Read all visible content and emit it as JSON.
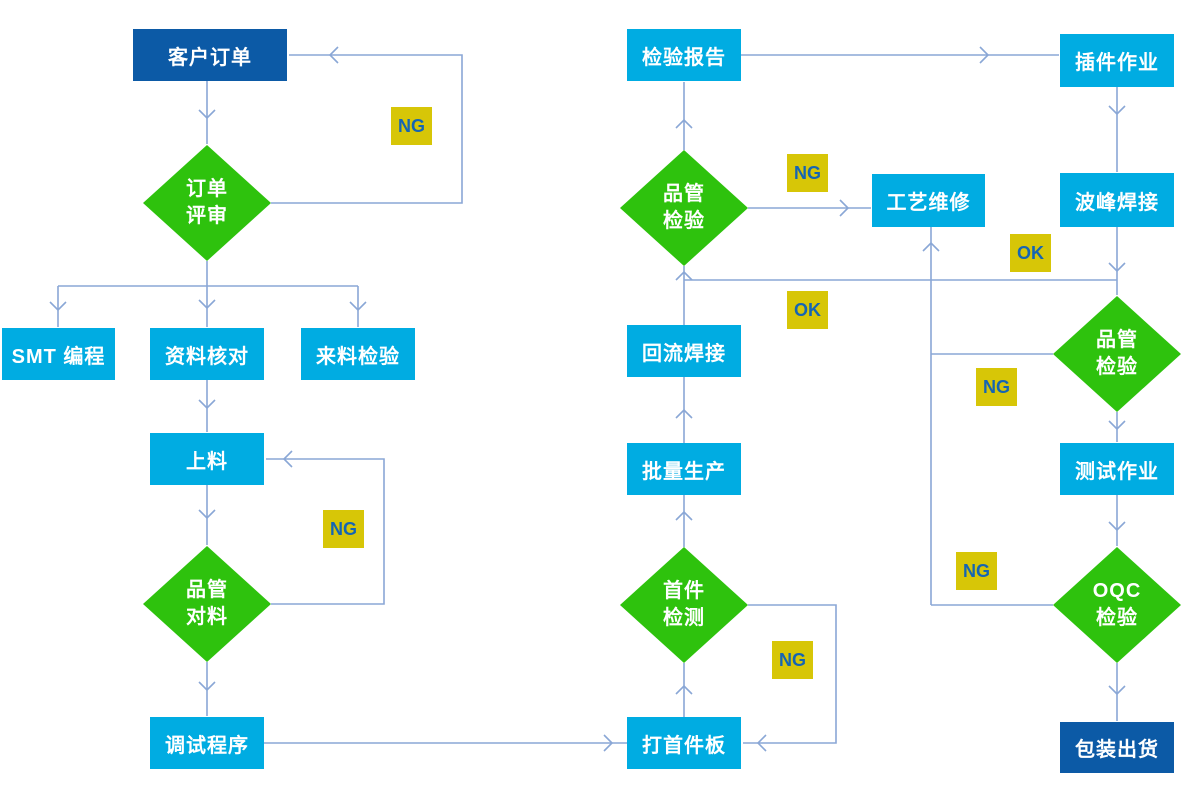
{
  "nodes": {
    "customer_order": {
      "label": "客户订单",
      "shape": "rect",
      "role": "start"
    },
    "order_review": {
      "label_line1": "订单",
      "label_line2": "评审",
      "shape": "diamond"
    },
    "smt_programming": {
      "label": "SMT 编程",
      "shape": "rect"
    },
    "data_check": {
      "label": "资料核对",
      "shape": "rect"
    },
    "incoming_inspection": {
      "label": "来料检验",
      "shape": "rect"
    },
    "material_loading": {
      "label": "上料",
      "shape": "rect"
    },
    "qc_material_check": {
      "label_line1": "品管",
      "label_line2": "对料",
      "shape": "diamond"
    },
    "program_debugging": {
      "label": "调试程序",
      "shape": "rect"
    },
    "first_board_build": {
      "label": "打首件板",
      "shape": "rect"
    },
    "first_article_inspection": {
      "label_line1": "首件",
      "label_line2": "检测",
      "shape": "diamond"
    },
    "mass_production": {
      "label": "批量生产",
      "shape": "rect"
    },
    "reflow_soldering": {
      "label": "回流焊接",
      "shape": "rect"
    },
    "qc_inspection_smt": {
      "label_line1": "品管",
      "label_line2": "检验",
      "shape": "diamond"
    },
    "inspection_report": {
      "label": "检验报告",
      "shape": "rect"
    },
    "process_repair": {
      "label": "工艺维修",
      "shape": "rect"
    },
    "component_insertion": {
      "label": "插件作业",
      "shape": "rect"
    },
    "wave_soldering": {
      "label": "波峰焊接",
      "shape": "rect"
    },
    "qc_inspection_wave": {
      "label_line1": "品管",
      "label_line2": "检验",
      "shape": "diamond"
    },
    "testing": {
      "label": "测试作业",
      "shape": "rect"
    },
    "oqc_inspection": {
      "label_line1": "OQC",
      "label_line2": "检验",
      "shape": "diamond"
    },
    "packing_shipment": {
      "label": "包装出货",
      "shape": "rect",
      "role": "end"
    }
  },
  "edge_labels": {
    "order_review_ng": "NG",
    "qc_material_ng": "NG",
    "qc_smt_ng": "NG",
    "first_article_ng": "NG",
    "qc_wave_ng": "NG",
    "oqc_ng": "NG",
    "wave_ok": "OK",
    "reflow_ok": "OK"
  },
  "colors": {
    "process_fill": "#00ace2",
    "decision_fill": "#2ec20d",
    "terminal_fill": "#0c5aa6",
    "tag_bg": "#d7c607",
    "tag_text": "#1565b3",
    "node_text": "#ffffff",
    "connector": "#8aa7d6"
  }
}
